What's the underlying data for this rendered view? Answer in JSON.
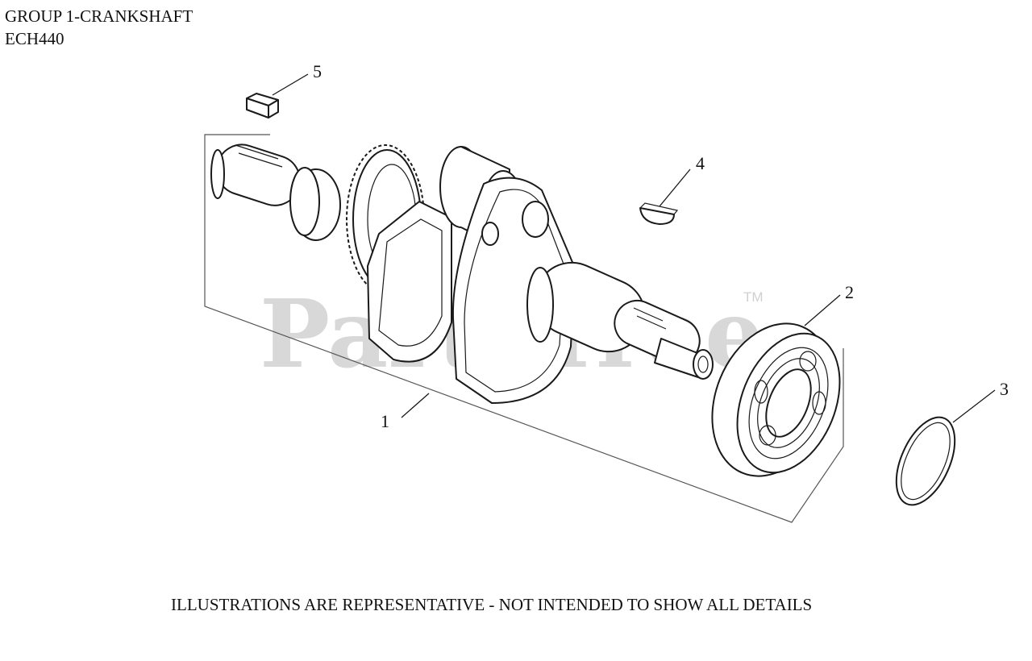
{
  "header": {
    "title": "GROUP 1-CRANKSHAFT",
    "model": "ECH440"
  },
  "footer": {
    "disclaimer": "ILLUSTRATIONS ARE REPRESENTATIVE - NOT INTENDED TO SHOW ALL DETAILS"
  },
  "watermark": {
    "brand": "PartsTree",
    "trademark": "TM"
  },
  "callouts": [
    {
      "number": "1",
      "part": "crankshaft"
    },
    {
      "number": "2",
      "part": "ball-bearing"
    },
    {
      "number": "3",
      "part": "retaining-ring"
    },
    {
      "number": "4",
      "part": "woodruff-key"
    },
    {
      "number": "5",
      "part": "square-key"
    }
  ]
}
